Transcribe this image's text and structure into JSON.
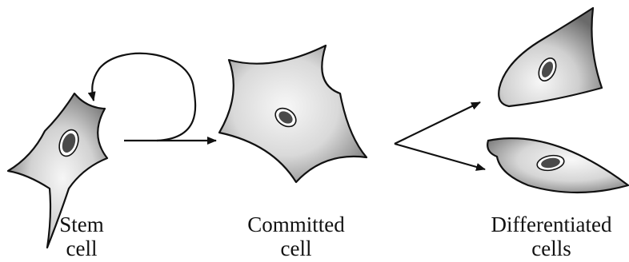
{
  "labels": {
    "stem": {
      "line1": "Stem",
      "line2": "cell"
    },
    "committed": {
      "line1": "Committed",
      "line2": "cell"
    },
    "differentiated": {
      "line1": "Differentiated",
      "line2": "cells"
    }
  },
  "colors": {
    "outline": "#111111",
    "cytoplasm_light": "#f4f4f4",
    "cytoplasm_dark": "#8a8a8a",
    "nucleus_fill": "#4a4a4a",
    "nucleus_ring": "#ffffff"
  }
}
